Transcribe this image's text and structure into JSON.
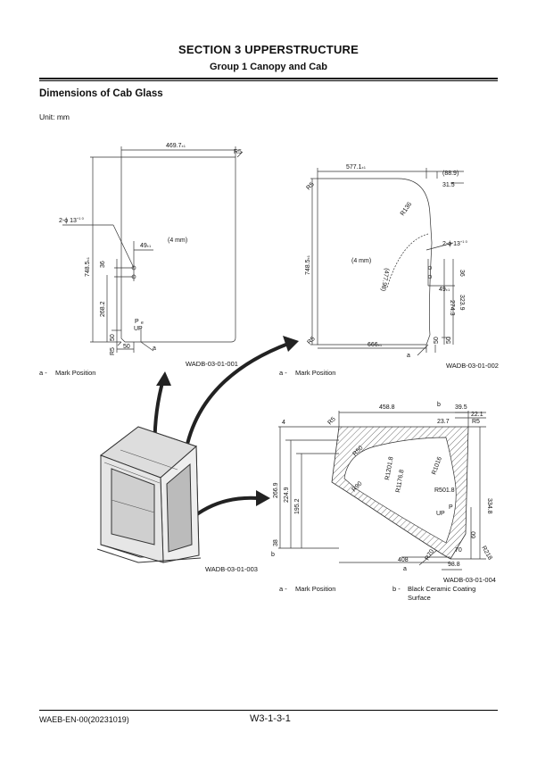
{
  "header": {
    "section_title": "SECTION 3 UPPERSTRUCTURE",
    "group_title": "Group 1 Canopy and Cab"
  },
  "page_heading": "Dimensions of Cab Glass",
  "unit_label": "Unit: mm",
  "figures": {
    "fig1": {
      "code": "WADB-03-01-001",
      "key_letter": "a -",
      "key_text": "Mark Position",
      "dims": {
        "top_width": "469.7",
        "tol_pm1": "±1",
        "corner_r5": "R5",
        "hole_label": "2-ϕ 13",
        "hole_tol": "+1 0",
        "hole_offset": "49",
        "thickness": "(4 mm)",
        "height": "748.5",
        "hole_spacing": "36",
        "hole_height": "268.2",
        "mark_height": "50",
        "mark_width": "50",
        "corner_r5b": "R5",
        "mark_letter": "a",
        "mark_p": "P",
        "mark_e": "e",
        "mark_up": "UP"
      }
    },
    "fig2": {
      "code": "WADB-03-01-002",
      "key_letter": "a -",
      "key_text": "Mark Position",
      "dims": {
        "top_width": "577.1",
        "tol_pm1": "±1",
        "right_ref": "(88.9)",
        "right_offset": "31.5",
        "corner_r5": "R5",
        "radius_r136": "R136",
        "hole_label": "2-ϕ 13",
        "hole_tol": "+1 0",
        "thickness": "(4 mm)",
        "height": "748.5",
        "curve_ref": "(477.98)",
        "hole_spacing": "36",
        "hole_offset": "49",
        "hole_h1": "274.3",
        "hole_h2": "323.9",
        "corner_r5b": "R5",
        "bottom_width": "666",
        "mark_w1": "50",
        "mark_w2": "50",
        "mark_letter": "a"
      }
    },
    "fig3": {
      "code": "WADB-03-01-003"
    },
    "fig4": {
      "code": "WADB-03-01-004",
      "key_a_letter": "a -",
      "key_a_text": "Mark Position",
      "key_b_letter": "b -",
      "key_b_text": "Black Ceramic Coating Surface",
      "dims": {
        "top_width": "458.8",
        "top_right": "39.5",
        "top_right2": "22.1",
        "coat_width": "23.7",
        "corner_r5": "R5",
        "corner_r5b": "R5",
        "corner_r5c": "R5",
        "b_label": "b",
        "thickness_top": "4",
        "r50a": "R50",
        "r1201": "R1201.8",
        "r1176": "R1176.8",
        "r1016": "R1016",
        "r501": "R501.8",
        "r90": "R90",
        "height_total": "266.9",
        "height_224": "224.9",
        "height_195": "195.2",
        "height_334": "334.8",
        "thickness_bottom": "38",
        "b_label2": "b",
        "mark_p": "P",
        "mark_up": "UP",
        "dim_60": "60",
        "dim_70": "70",
        "r70": "R70",
        "r218": "R218",
        "bottom_width": "408",
        "bottom_right": "98.8",
        "mark_letter": "a"
      }
    }
  },
  "footer": {
    "doc_code": "WAEB-EN-00(20231019)",
    "page_number": "W3-1-3-1"
  }
}
